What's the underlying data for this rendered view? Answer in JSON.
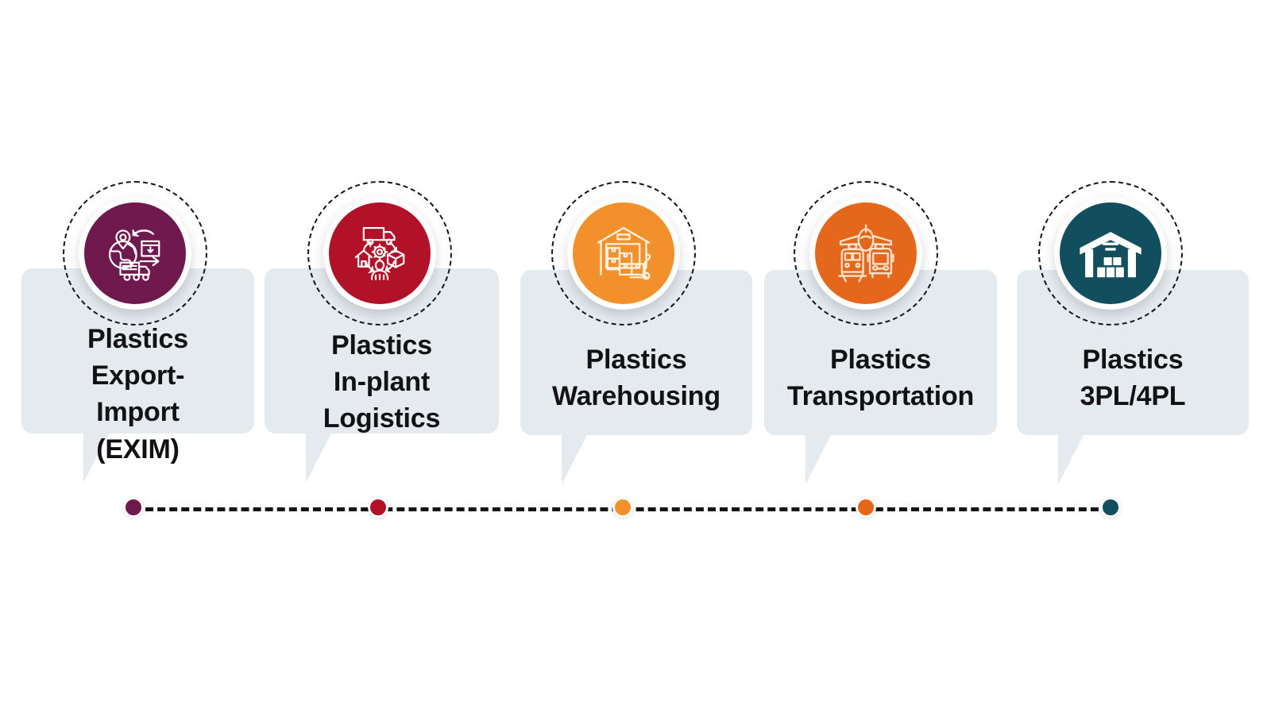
{
  "page": {
    "background_color": "#ffffff",
    "card_background_color": "#e4eaee",
    "label_color": "#121214",
    "timeline_color": "#151519"
  },
  "steps": [
    {
      "id": "plastics-exim",
      "label": "Plastics\nExport-\nImport\n(EXIM)",
      "icon": "globe-location-box-truck-icon",
      "color": "#70194E",
      "dot_color": "#70194E"
    },
    {
      "id": "plastics-in-plant-logistics",
      "label": "Plastics\nIn-plant\nLogistics",
      "icon": "truck-gear-cycle-icon",
      "color": "#B21228",
      "dot_color": "#B21228"
    },
    {
      "id": "plastics-warehousing",
      "label": "Plastics\nWarehousing",
      "icon": "warehouse-pallet-handtruck-icon",
      "color": "#F2902B",
      "dot_color": "#F2902B"
    },
    {
      "id": "plastics-transportation",
      "label": "Plastics\nTransportation",
      "icon": "plane-train-bus-icon",
      "color": "#E4671B",
      "dot_color": "#E4671B"
    },
    {
      "id": "plastics-3pl-4pl",
      "label": "Plastics\n3PL/4PL",
      "icon": "warehouse-building-icon",
      "color": "#124F5E",
      "dot_color": "#124F5E"
    }
  ],
  "timeline": {
    "dot_positions": [
      168,
      476,
      784,
      1090,
      1398
    ],
    "line_style": "dashed"
  }
}
